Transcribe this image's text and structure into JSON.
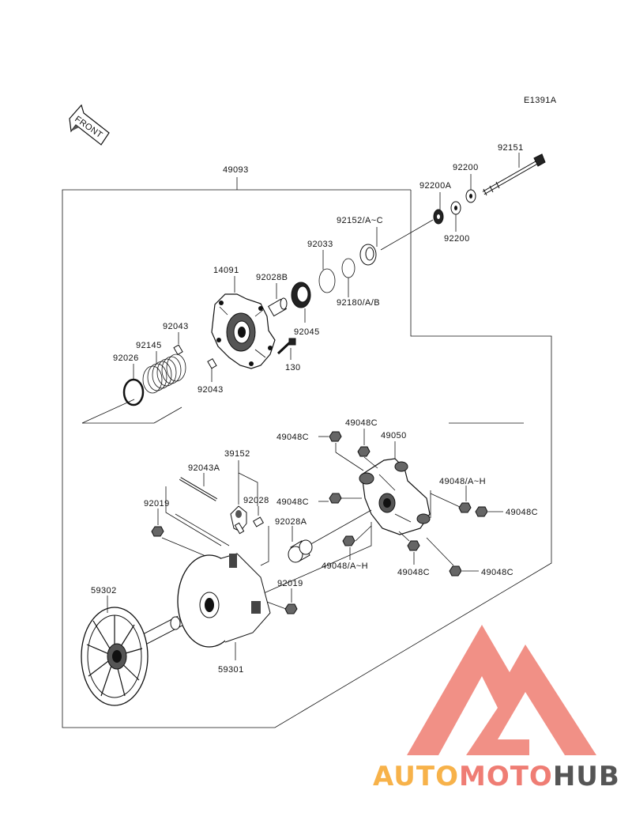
{
  "diagram_id": "E1391A",
  "front_label": "FRONT",
  "labels": {
    "p49093": "49093",
    "p92151": "92151",
    "p92200_top": "92200",
    "p92200A": "92200A",
    "p92200_bot": "92200",
    "p92152": "92152/A~C",
    "p92033": "92033",
    "p92180": "92180/A/B",
    "p14091": "14091",
    "p92028B": "92028B",
    "p92045": "92045",
    "p92043_top": "92043",
    "p92145": "92145",
    "p92026": "92026",
    "p130": "130",
    "p92043_bot": "92043",
    "p49048C_a": "49048C",
    "p49048C_b": "49048C",
    "p49050": "49050",
    "p39152": "39152",
    "p92043A": "92043A",
    "p92028": "92028",
    "p49048C_c": "49048C",
    "p49048AH_r": "49048/A~H",
    "p49048C_d": "49048C",
    "p92019_top": "92019",
    "p92028A": "92028A",
    "p49048AH_b": "49048/A~H",
    "p49048C_e": "49048C",
    "p49048C_f": "49048C",
    "p92019_bot": "92019",
    "p59302": "59302",
    "p59301": "59301"
  },
  "watermark": {
    "part1": "AUTO",
    "part2": "MOTO",
    "part3": "HUB",
    "colors": {
      "orange": "#f7b24a",
      "red": "#ef7d74",
      "grey": "#555555",
      "logo": "#f08a80"
    }
  }
}
